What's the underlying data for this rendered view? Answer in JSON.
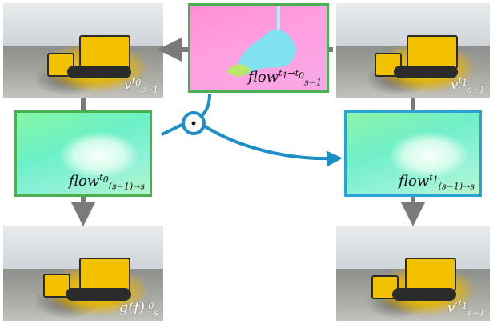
{
  "colors": {
    "arrow_gray": "#7a7a7a",
    "curve_blue": "#1e8fc6",
    "border_green": "#4caf50",
    "border_blue": "#29a3d6"
  },
  "panels": {
    "top_left": {
      "base": "v",
      "sup": "t",
      "supsub": "0",
      "sub": "s−1"
    },
    "top_mid": {
      "base": "flow",
      "sup": "t",
      "supsub": "1",
      "sup_arrow": "→",
      "sup2": "t",
      "sup2sub": "0",
      "sub": "s−1"
    },
    "top_right": {
      "base": "v",
      "sup": "t",
      "supsub": "1",
      "sub": "s−1"
    },
    "mid_left": {
      "base": "flow",
      "sup": "t",
      "supsub": "0",
      "sub": "(s−1)→s"
    },
    "mid_right": {
      "base": "flow",
      "sup": "t",
      "supsub": "1",
      "sub": "(s−1)→s"
    },
    "bottom_left": {
      "base": "g(f)",
      "sup": "t",
      "supsub": "0",
      "sub": "s"
    },
    "bottom_right": {
      "base": "v′",
      "sup": "t",
      "supsub": "1",
      "sub": "s−1"
    }
  },
  "icons": {
    "operator": "circle-dot-icon"
  }
}
